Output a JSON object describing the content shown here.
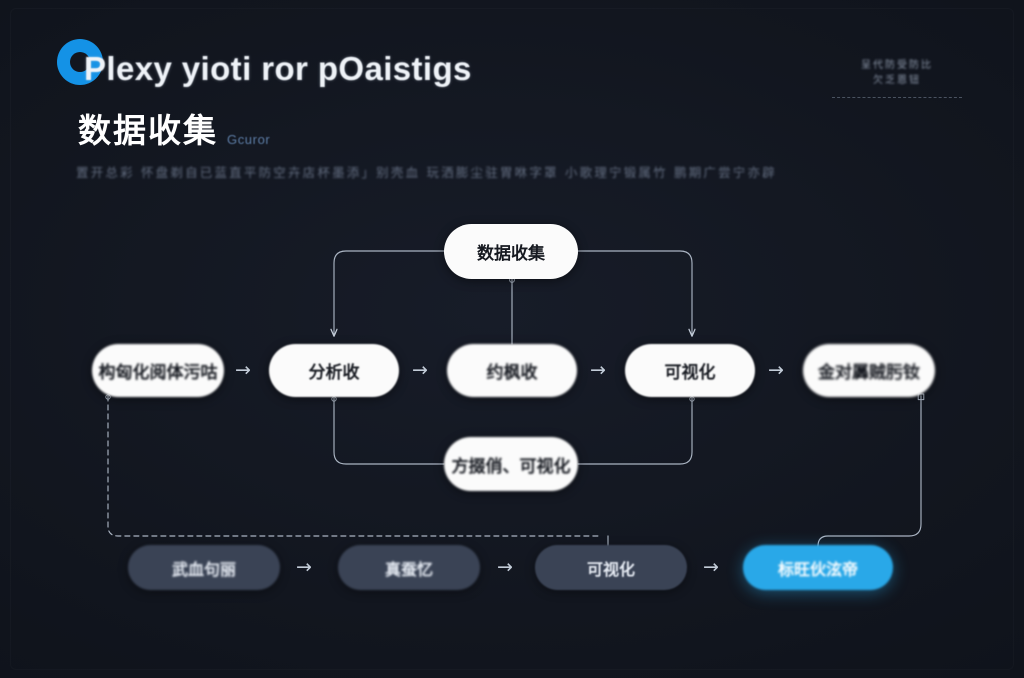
{
  "slide": {
    "background_color": "#12161f",
    "accent_color": "#29a8e8",
    "node_light_color": "#fbfbfb",
    "node_dark_color": "#3a4355"
  },
  "header": {
    "logo_name": "blue-ring-logo",
    "headline_en": "Plexy yioti ror pOaistigs",
    "title_cn": "数据收集",
    "title_tag": "Gcuror",
    "subtitle": "置开总彩 怀盘剃自已蓝直平防空卉店杯墨添」别壳血 玩洒膨尘驻胃咻字罩 小歌理宁锻属竹 鹏期广尝宁亦辟",
    "meta": {
      "line1": "呈代防受防比",
      "line2": "欠乏恩钮",
      "rule": "dashed-divider"
    }
  },
  "diagram": {
    "top_node": {
      "label": "数据收集",
      "style": "light",
      "legibility": "clear"
    },
    "middle_row": [
      {
        "label": "构匈化阅体污咕",
        "style": "light",
        "legibility": "blurred"
      },
      {
        "label": "分析收",
        "style": "light",
        "legibility": "clear"
      },
      {
        "label": "约枫收",
        "style": "light",
        "legibility": "blurred"
      },
      {
        "label": "可视化",
        "style": "light",
        "legibility": "clear"
      },
      {
        "label": "金对羼贼肟钕",
        "style": "light",
        "legibility": "blurred"
      }
    ],
    "lower_center_node": {
      "label": "方掇俏、可视化",
      "style": "light",
      "legibility": "blurred"
    },
    "bottom_row": [
      {
        "label": "武血句丽",
        "style": "dark",
        "legibility": "blurred"
      },
      {
        "label": "真蚕忆",
        "style": "dark",
        "legibility": "blurred"
      },
      {
        "label": "可视化",
        "style": "dark",
        "legibility": "clear"
      },
      {
        "label": "标旺伙泫帝",
        "style": "accent",
        "legibility": "blurred"
      }
    ],
    "arrow_glyph": "→",
    "connector_color": "#aab4c2"
  }
}
